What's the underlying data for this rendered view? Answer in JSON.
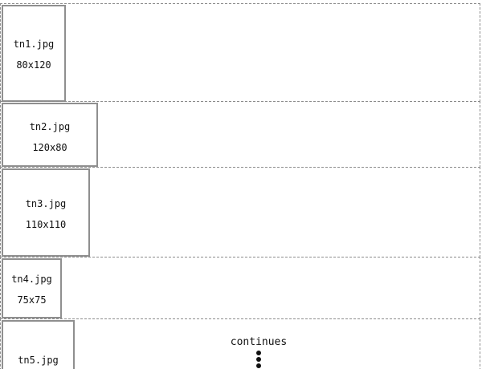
{
  "thumbnails": [
    {
      "name": "tn1.jpg",
      "size": "80x120"
    },
    {
      "name": "tn2.jpg",
      "size": "120x80"
    },
    {
      "name": "tn3.jpg",
      "size": "110x110"
    },
    {
      "name": "tn4.jpg",
      "size": "75x75"
    },
    {
      "name": "tn5.jpg",
      "size": ""
    }
  ],
  "footer": {
    "continues_label": "continues"
  },
  "icons": {
    "more": "vertical-ellipsis-icon"
  },
  "colors": {
    "border": "#8f8f8f",
    "dashed": "#8c8c8c",
    "text": "#111111",
    "background": "#ffffff"
  }
}
